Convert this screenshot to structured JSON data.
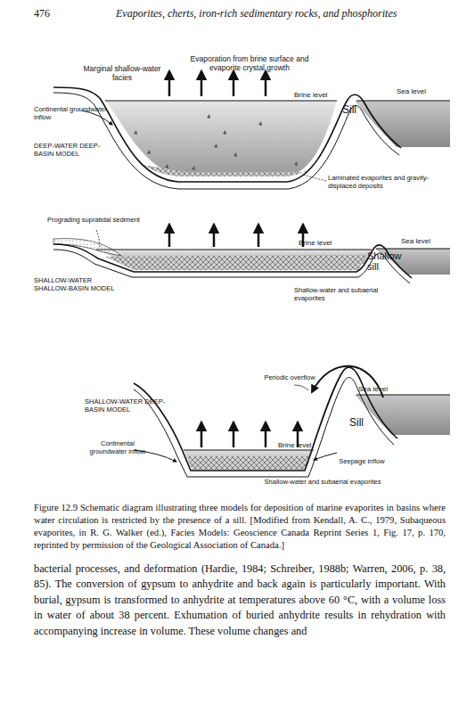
{
  "diagram": {
    "caption": "Figure 12.9 Schematic diagram illustrating three models for deposition of marine evaporites in basins where water circulation is restricted by the presence of a sill. [Modified from Kendall, A. C., 1979, Subaqueous evaporites, in R. G. Walker (ed.), Facies Models: Geoscience Canada Reprint Series 1, Fig. 17, p. 170, reprinted by permission of the Geological Association of Canada.]",
    "labels": [
      "476",
      "Evaporites, cherts, iron-rich sedimentary rocks, and phosphorites",
      "Evaporation from brine surface and evaporite crystal growth",
      "Marginal shallow-water facies",
      "Brine level",
      "Sea level",
      "Sill",
      "Continental groundwater inflow",
      "DEEP-WATER DEEP-BASIN MODEL",
      "Laminated evaporites and gravity-displaced deposits",
      "Prograding supratidal sediment",
      "Brine level",
      "Sea level",
      "Shallow sill",
      "SHALLOW-WATER SHALLOW-BASIN MODEL",
      "Shallow-water and subaerial evaporites",
      "Periodic overflow",
      "Sea level",
      "SHALLOW-WATER DEEP-BASIN MODEL",
      "Sill",
      "Continental groundwater inflow",
      "Brine level",
      "Seepage inflow",
      "Shallow-water and subaerial evaporites",
      "bacterial processes, and deformation (Hardie, 1984; Schreiber, 1988b; Warren, 2006, p. 38, 85). The conversion of gypsum to anhydrite and back again is particularly important. With burial, gypsum is transformed to anhydrite at temperatures above 60 °C, with a volume loss in water of about 38 percent. Exhumation of buried anhydrite results in rehydration with accompanying increase in volume. These volume changes and"
    ]
  }
}
